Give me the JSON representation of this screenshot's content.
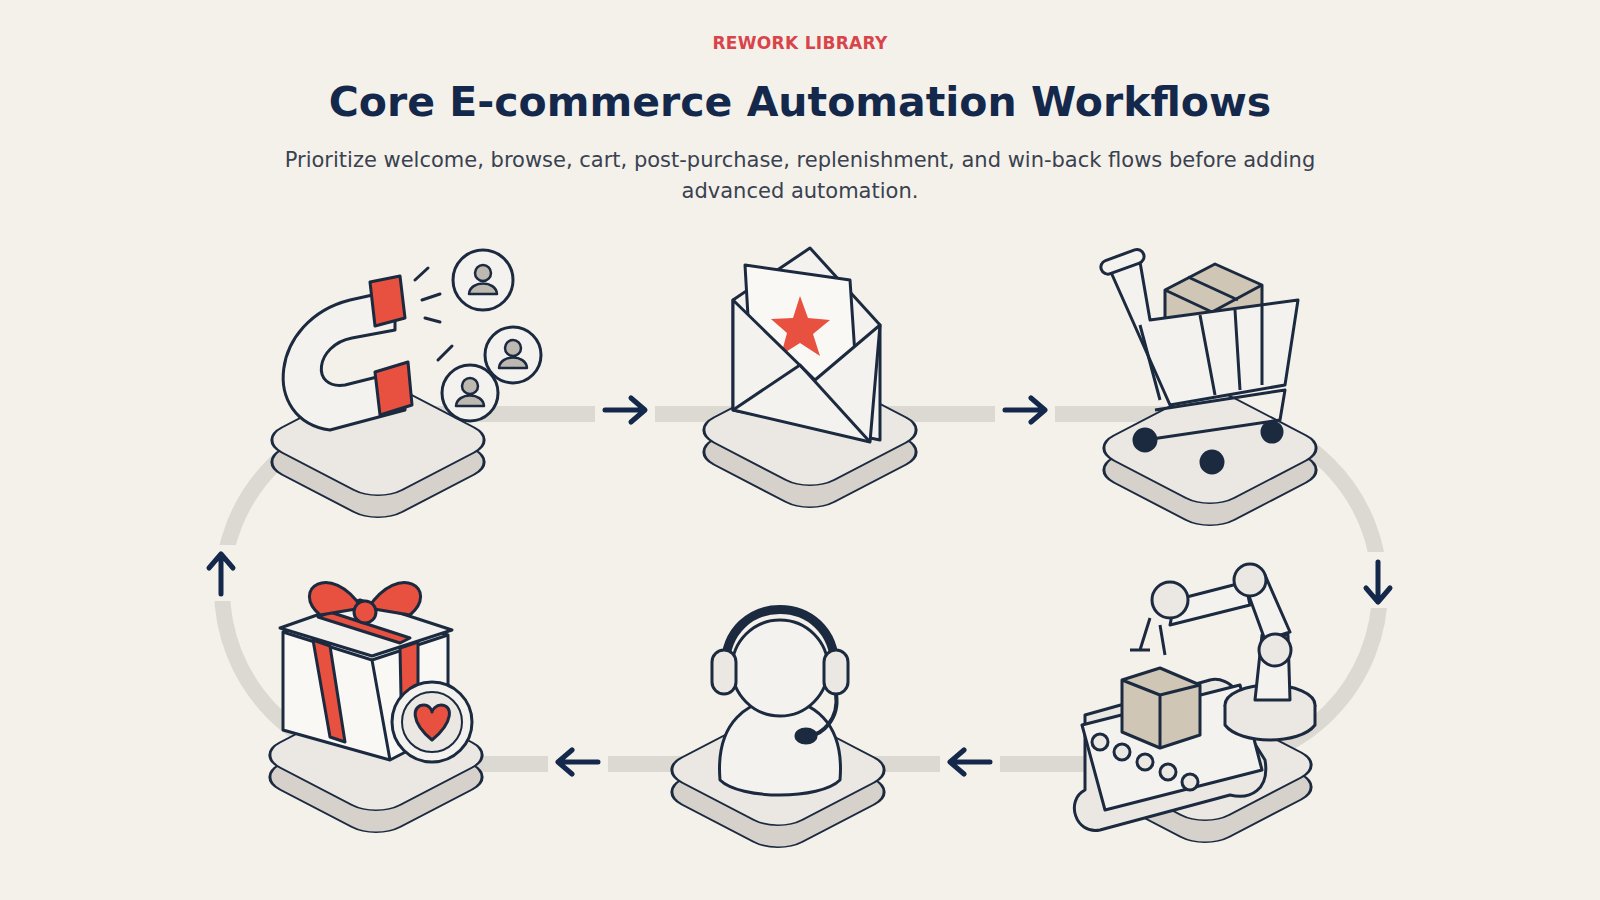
{
  "diagram": {
    "title": "Core E-commerce Automation Workflows",
    "caption": "Prioritize welcome, browse, cart, post-purchase, replenishment, and win-back flows before adding advanced automation.",
    "labels": [
      "REWORK LIBRARY"
    ]
  }
}
